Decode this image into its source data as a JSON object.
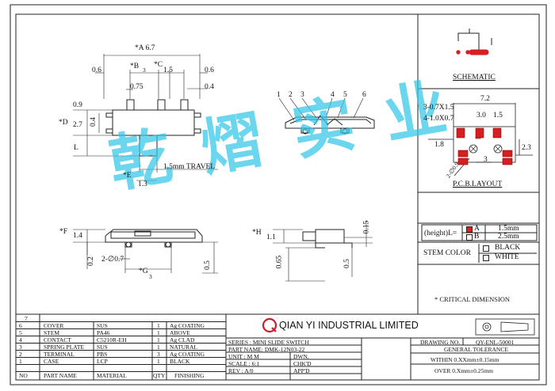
{
  "drawing": {
    "top_view": {
      "dim_A": "*A 6.7",
      "dim_B": "*B",
      "dim_B_sub": "3",
      "dim_C": "*C",
      "dim_C_val": "1.5",
      "dim_06_left": "0.6",
      "dim_06_right": "0.6",
      "dim_075": "0.75",
      "dim_04_right": "0.4",
      "dim_09": "0.9",
      "dim_D": "*D",
      "dim_27": "2.7",
      "dim_04_left": "0.4",
      "dim_L": "L",
      "travel": "1.5mm TRAVEL",
      "dim_E": "*E",
      "dim_13": "1.3"
    },
    "side_view": {
      "labels": [
        "1",
        "2",
        "3",
        "4",
        "5",
        "6"
      ]
    },
    "front_view": {
      "dim_F": "*F",
      "dim_14": "1.4",
      "dim_02": "0.2",
      "dim_2x07": "2-∅0.7",
      "dim_G": "*G",
      "dim_G_sub": "3",
      "dim_05": "0.5"
    },
    "end_view": {
      "dim_H": "*H",
      "dim_11": "1.1",
      "dim_015": "0.15",
      "dim_065": "0.65",
      "dim_05": "0.5"
    }
  },
  "schematic": {
    "title": "SCHEMATIC"
  },
  "pcb": {
    "dim_72": "7.2",
    "dim_3x07x15": "3-0.7X1.5",
    "dim_4x10x07": "4-1.0X0.7",
    "dim_30": "3.0",
    "dim_15": "1.5",
    "dim_18": "1.8",
    "dim_23": "2.3",
    "dim_3": "3",
    "dim_2x09": "2-∅0.9",
    "title": "P.C.B.LAYOUT"
  },
  "height_table": {
    "label": "(height)L=",
    "rows": [
      {
        "code": "A",
        "value": "1.5mm"
      },
      {
        "code": "B",
        "value": "2.5mm"
      }
    ]
  },
  "stem_color": {
    "label": "STEM COLOR",
    "options": [
      "BLACK",
      "WHITE"
    ]
  },
  "critical_note": "* CRITICAL DIMENSION",
  "watermark": "乾 熠 实 业",
  "bom": {
    "header": [
      "NO",
      "PART NAME",
      "MATERIAL",
      "QTY",
      "FINISHING"
    ],
    "rows": [
      [
        "7",
        "",
        "",
        "",
        ""
      ],
      [
        "6",
        "COVER",
        "SUS",
        "1",
        "Ag COATING"
      ],
      [
        "5",
        "STEM",
        "PA46",
        "1",
        "ABOVE"
      ],
      [
        "4",
        "CONTACT",
        "C5210R-EH",
        "1",
        "Ag CLAD"
      ],
      [
        "3",
        "SPRING PLATE",
        "SUS",
        "1",
        "NATURAL"
      ],
      [
        "2",
        "TERMINAL",
        "PBS",
        "3",
        "Ag COATING"
      ],
      [
        "1",
        "CASE",
        "LCP",
        "1",
        "BLACK"
      ]
    ]
  },
  "title_block": {
    "company": "QIAN YI INDUSTRIAL LIMITED",
    "logo_letter": "Q",
    "series": "SERIES : MINI SLIDE SWITCH",
    "part_name": "PART NAME: DMK-12N03-22",
    "unit": "UNIT : M M",
    "scale": "SCALE : 6:1",
    "rev": "REV  : A/0",
    "dwn": "DWN.",
    "chkd": "CHK'D",
    "appd": "APP'D",
    "drawing_no_label": "DRAWING NO.",
    "drawing_no": "QY-ENL-50001",
    "general_tolerance": "GENERAL TOLERANCE",
    "tol_within": "WITHIN 0.XXmm±0.15mm",
    "tol_over": "OVER   0.Xmm±0.25mm"
  }
}
